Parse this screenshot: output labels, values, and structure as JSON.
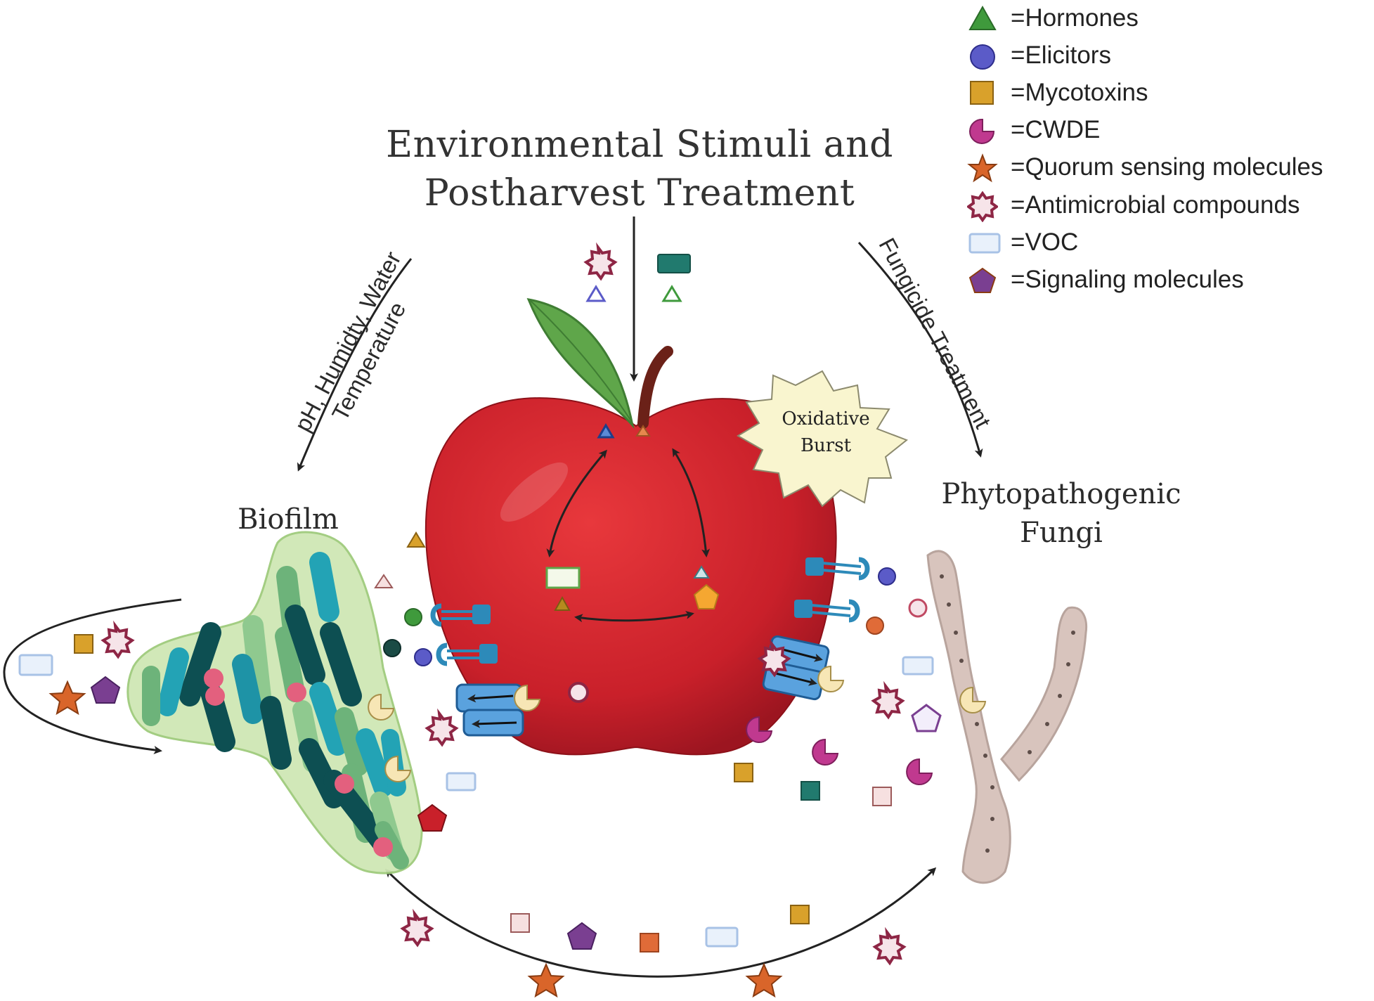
{
  "title": {
    "line1": "Environmental  Stimuli and",
    "line2": "Postharvest Treatment"
  },
  "labels": {
    "biofilm": "Biofilm",
    "fungi_line1": "Phytopathogenic",
    "fungi_line2": "Fungi",
    "oxidative_line1": "Oxidative",
    "oxidative_line2": "Burst",
    "left_arrow_line1": "pH, Humidty, Water",
    "left_arrow_line2": "Temperature",
    "right_arrow": "Fungicide Treatment"
  },
  "legend": [
    {
      "icon": "triangle-icon",
      "label": "=Hormones",
      "color": "#3f9a3c"
    },
    {
      "icon": "circle-icon",
      "label": "=Elicitors",
      "color": "#5b5bc8"
    },
    {
      "icon": "square-icon",
      "label": "=Mycotoxins",
      "color": "#d9a12b"
    },
    {
      "icon": "pacman-icon",
      "label": "=CWDE",
      "color": "#c0398f"
    },
    {
      "icon": "star-icon",
      "label": "=Quorum sensing molecules",
      "color": "#d9652a"
    },
    {
      "icon": "spiky-circle-icon",
      "label": "=Antimicrobial compounds",
      "color": "#8e2645"
    },
    {
      "icon": "rectangle-icon",
      "label": "=VOC",
      "color": "#a8c2e6"
    },
    {
      "icon": "pentagon-icon",
      "label": "=Signaling molecules",
      "color": "#7a3f91"
    }
  ],
  "colors": {
    "apple": "#c9202a",
    "leaf": "#5fa64a",
    "biofilm_matrix": "#cfe7b5",
    "fungi": "#d8c4bd",
    "burst": "#f9f5cf"
  }
}
